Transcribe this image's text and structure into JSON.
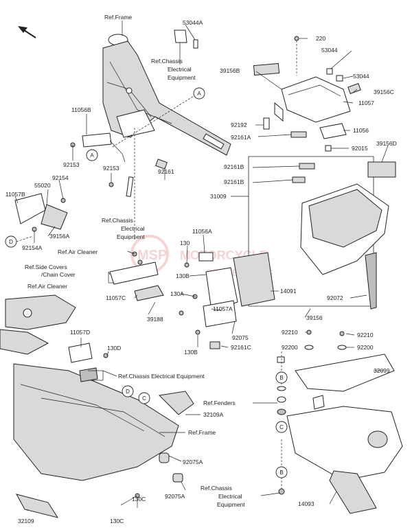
{
  "labels": {
    "ref_frame_top": "Ref.Frame",
    "p53044A": "53044A",
    "ref_chassis_1a": "Ref.Chassis",
    "ref_chassis_1b": "Electrical",
    "ref_chassis_1c": "Equipment",
    "p220": "220",
    "p53044": "53044",
    "p53044_b": "53044",
    "p39156B": "39156B",
    "p39156C": "39156C",
    "p11057": "11057",
    "p11056B": "11056B",
    "p92192": "92192",
    "p92161A": "92161A",
    "p11056": "11056",
    "p92015": "92015",
    "p39156D": "39156D",
    "p92153_a": "92153",
    "p92153_b": "92153",
    "p92161": "92161",
    "p92161B_a": "92161B",
    "p92161B_b": "92161B",
    "p31009": "31009",
    "p55020": "55020",
    "p92154": "92154",
    "p11057B": "11057B",
    "p39156A": "39156A",
    "p92154A": "92154A",
    "ref_chassis_2a": "Ref.Chassis",
    "ref_chassis_2b": "Electrical",
    "ref_chassis_2c": "Equipment",
    "p11056A": "11056A",
    "ref_air_cleaner_1": "Ref.Air Cleaner",
    "p130_a": "130",
    "ref_side_covers_a": "Ref.Side Covers",
    "ref_side_covers_b": "/Chain Cover",
    "ref_air_cleaner_2": "Ref.Air Cleaner",
    "p130B_a": "130B",
    "p14091": "14091",
    "p92072": "92072",
    "p11057C": "11057C",
    "p130A": "130A",
    "p11057A": "11057A",
    "p39188": "39188",
    "p39156": "39156",
    "p92075": "92075",
    "p92210_a": "92210",
    "p92210_b": "92210",
    "p92200_a": "92200",
    "p92200_b": "92200",
    "p130B_b": "130B",
    "p92161C": "92161C",
    "p11057D": "11057D",
    "p130D": "130D",
    "ref_chassis_3": "Ref.Chassis Electrical Equipment",
    "p32099": "32099",
    "ref_fenders": "Ref.Fenders",
    "p32109A": "32109A",
    "ref_frame_2": "Ref.Frame",
    "p92075A_a": "92075A",
    "p92075A_b": "92075A",
    "p14093": "14093",
    "ref_chassis_4a": "Ref.Chassis",
    "ref_chassis_4b": "Electrical",
    "ref_chassis_4c": "Equipment",
    "p130C_a": "130C",
    "p130C_b": "130C",
    "p32109": "32109"
  },
  "callouts": {
    "A": "A",
    "B": "B",
    "C": "C",
    "D": "D"
  },
  "watermark": {
    "logo": "MSP",
    "line1": "MOTORCYCLE",
    "line2": "SPARE PARTS"
  }
}
